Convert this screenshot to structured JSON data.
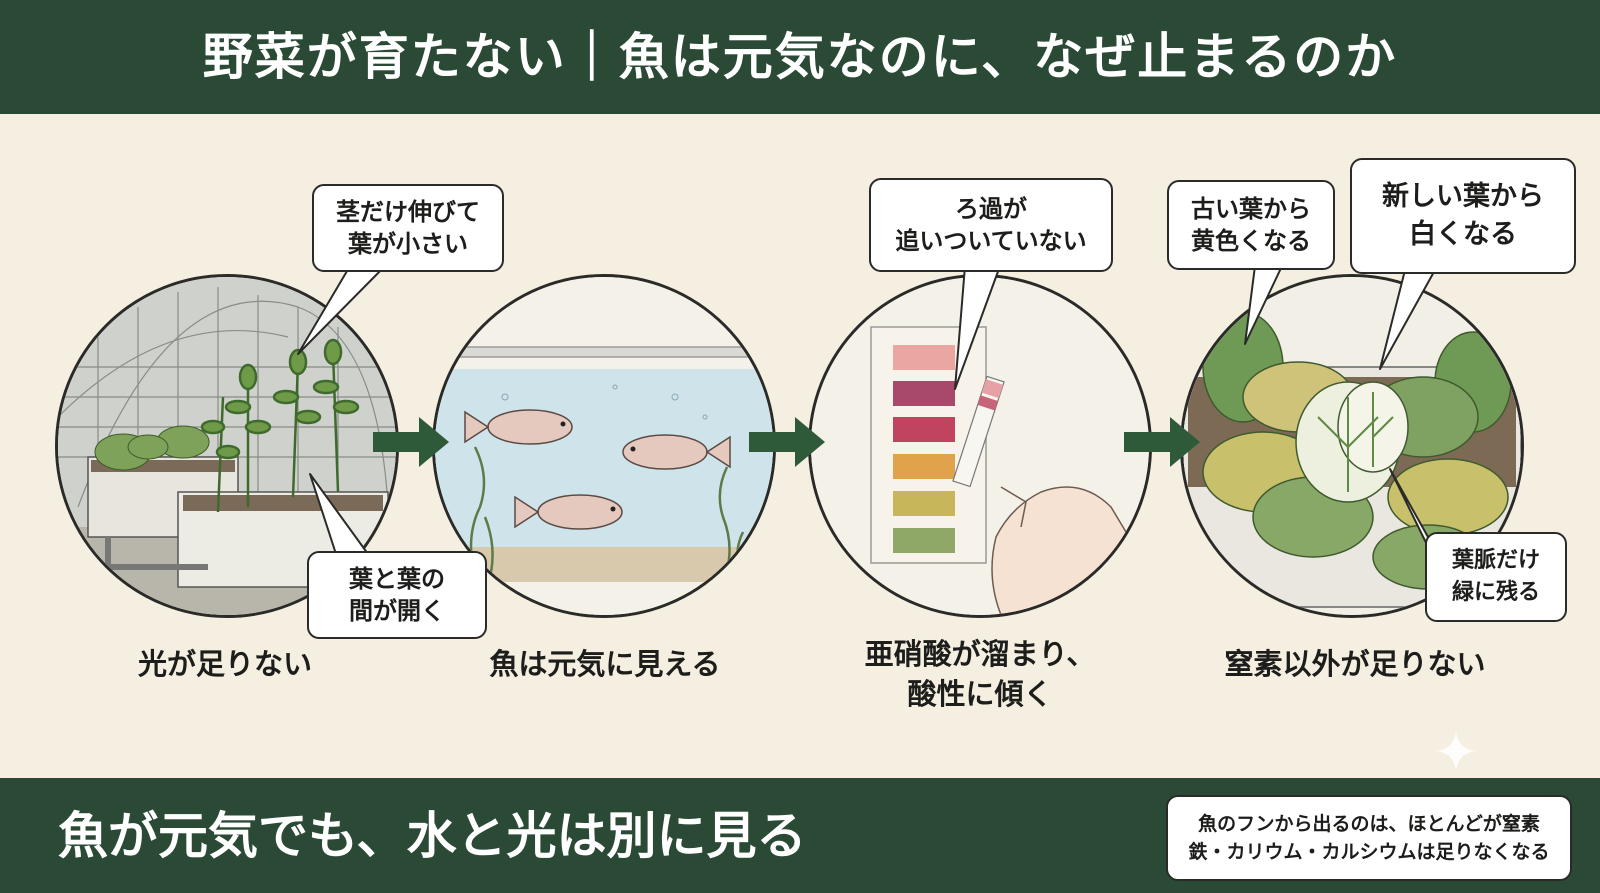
{
  "title": "野菜が育たない｜魚は元気なのに、なぜ止まるのか",
  "panels": [
    {
      "caption": [
        "光が足りない"
      ],
      "bubbles": [
        {
          "lines": [
            "茎だけ伸びて",
            "葉が小さい"
          ]
        },
        {
          "lines": [
            "葉と葉の",
            "間が開く"
          ]
        }
      ]
    },
    {
      "caption": [
        "魚は元気に見える"
      ],
      "bubbles": []
    },
    {
      "caption": [
        "亜硝酸が溜まり、",
        "酸性に傾く"
      ],
      "bubbles": [
        {
          "lines": [
            "ろ過が",
            "追いついていない"
          ]
        }
      ]
    },
    {
      "caption": [
        "窒素以外が足りない"
      ],
      "bubbles": [
        {
          "lines": [
            "古い葉から",
            "黄色くなる"
          ]
        },
        {
          "lines": [
            "新しい葉から",
            "白くなる"
          ]
        },
        {
          "lines": [
            "葉脈だけ",
            "緑に残る"
          ]
        }
      ]
    }
  ],
  "footer": {
    "message": "魚が元気でも、水と光は別に見る",
    "note": [
      "魚のフンから出るのは、ほとんどが窒素",
      "鉄・カリウム・カルシウムは足りなくなる"
    ]
  },
  "colors": {
    "header_bg": "#2b4a35",
    "page_bg": "#f5efe1",
    "arrow": "#2f5a3a",
    "test_strip_scale": [
      "#eaa7a2",
      "#a8486a",
      "#c0445f",
      "#e0a24a",
      "#c7b65a",
      "#8fa867"
    ]
  },
  "icons": [
    "right-arrow-icon",
    "greenhouse-illustration",
    "aquarium-fish-illustration",
    "ph-test-strip-illustration",
    "lettuce-deficiency-illustration",
    "sparkle-icon"
  ]
}
